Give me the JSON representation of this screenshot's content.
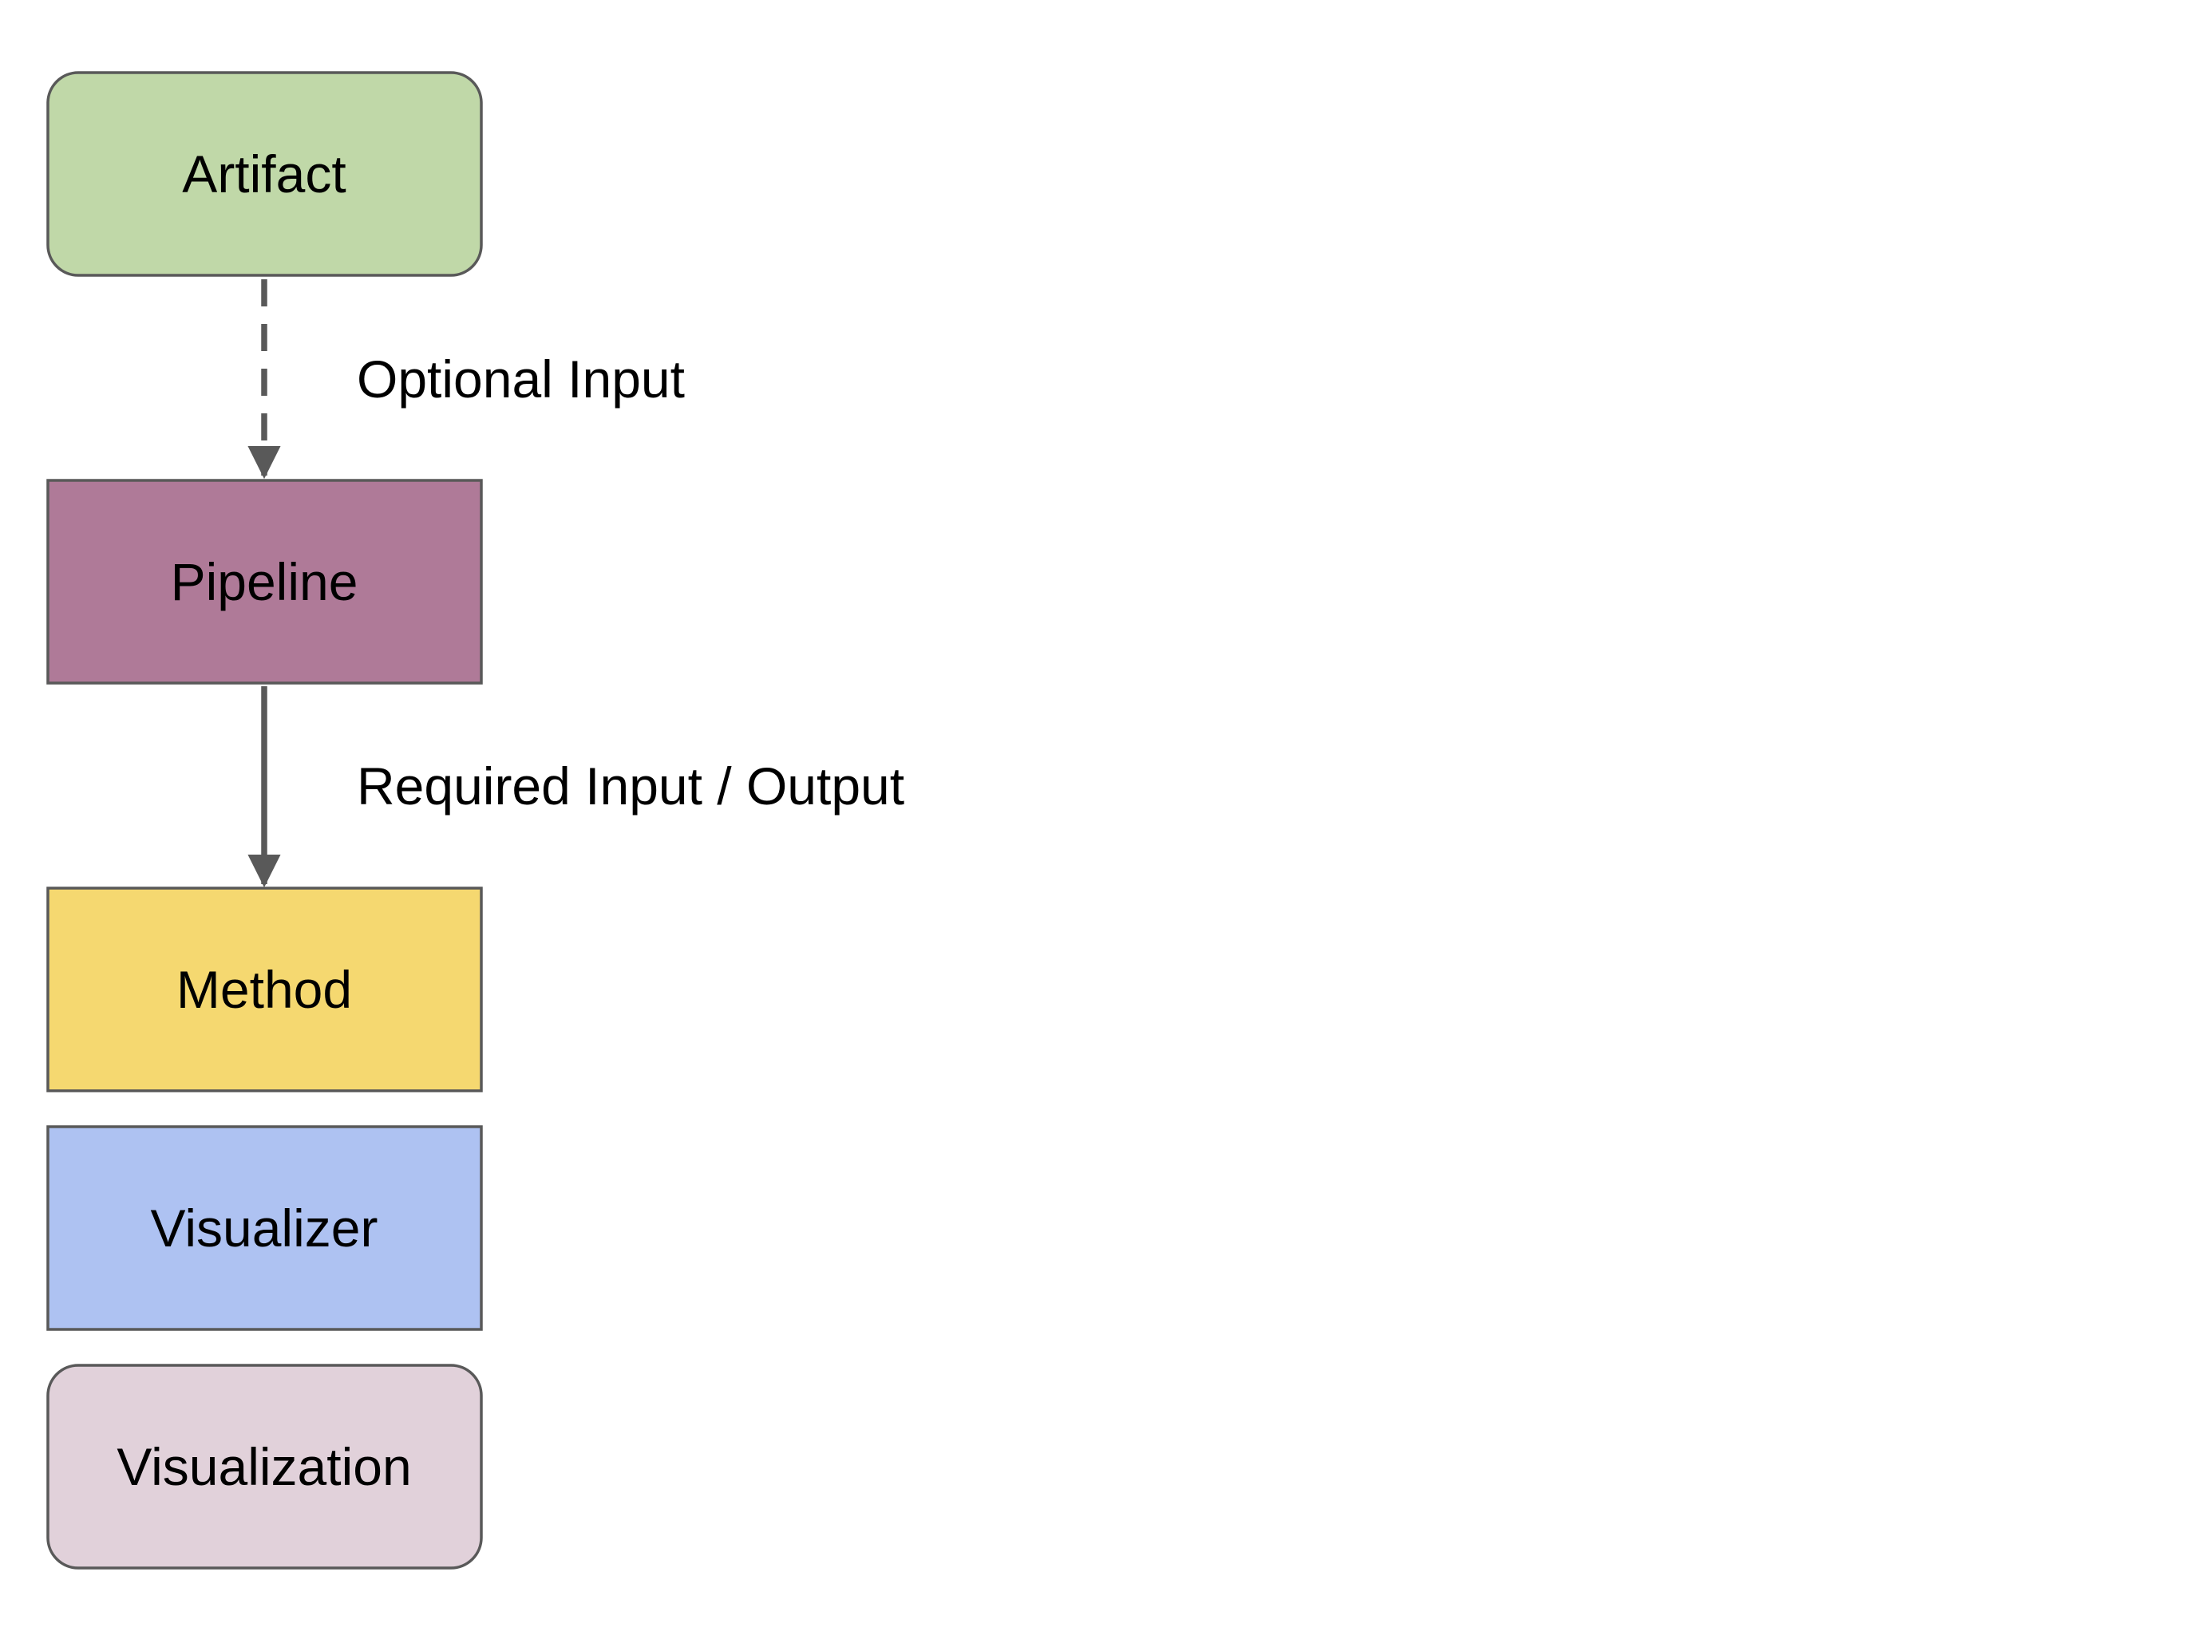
{
  "nodes": {
    "artifact": {
      "label": "Artifact",
      "fill": "#c0d8a8",
      "stroke": "#595959",
      "shape": "rounded-rectangle"
    },
    "pipeline": {
      "label": "Pipeline",
      "fill": "#af7a98",
      "stroke": "#595959",
      "shape": "rectangle"
    },
    "method": {
      "label": "Method",
      "fill": "#f5d870",
      "stroke": "#595959",
      "shape": "rectangle"
    },
    "visualizer": {
      "label": "Visualizer",
      "fill": "#aec2f2",
      "stroke": "#595959",
      "shape": "rectangle"
    },
    "visualization": {
      "label": "Visualization",
      "fill": "#e1d1da",
      "stroke": "#595959",
      "shape": "rounded-rectangle"
    }
  },
  "edges": {
    "optional_input": {
      "from": "Artifact",
      "to": "Pipeline",
      "label": "Optional Input",
      "style": "dashed",
      "color": "#595959"
    },
    "required_io": {
      "from": "Pipeline",
      "to": "Method",
      "label": "Required Input / Output",
      "style": "solid",
      "color": "#595959"
    }
  }
}
